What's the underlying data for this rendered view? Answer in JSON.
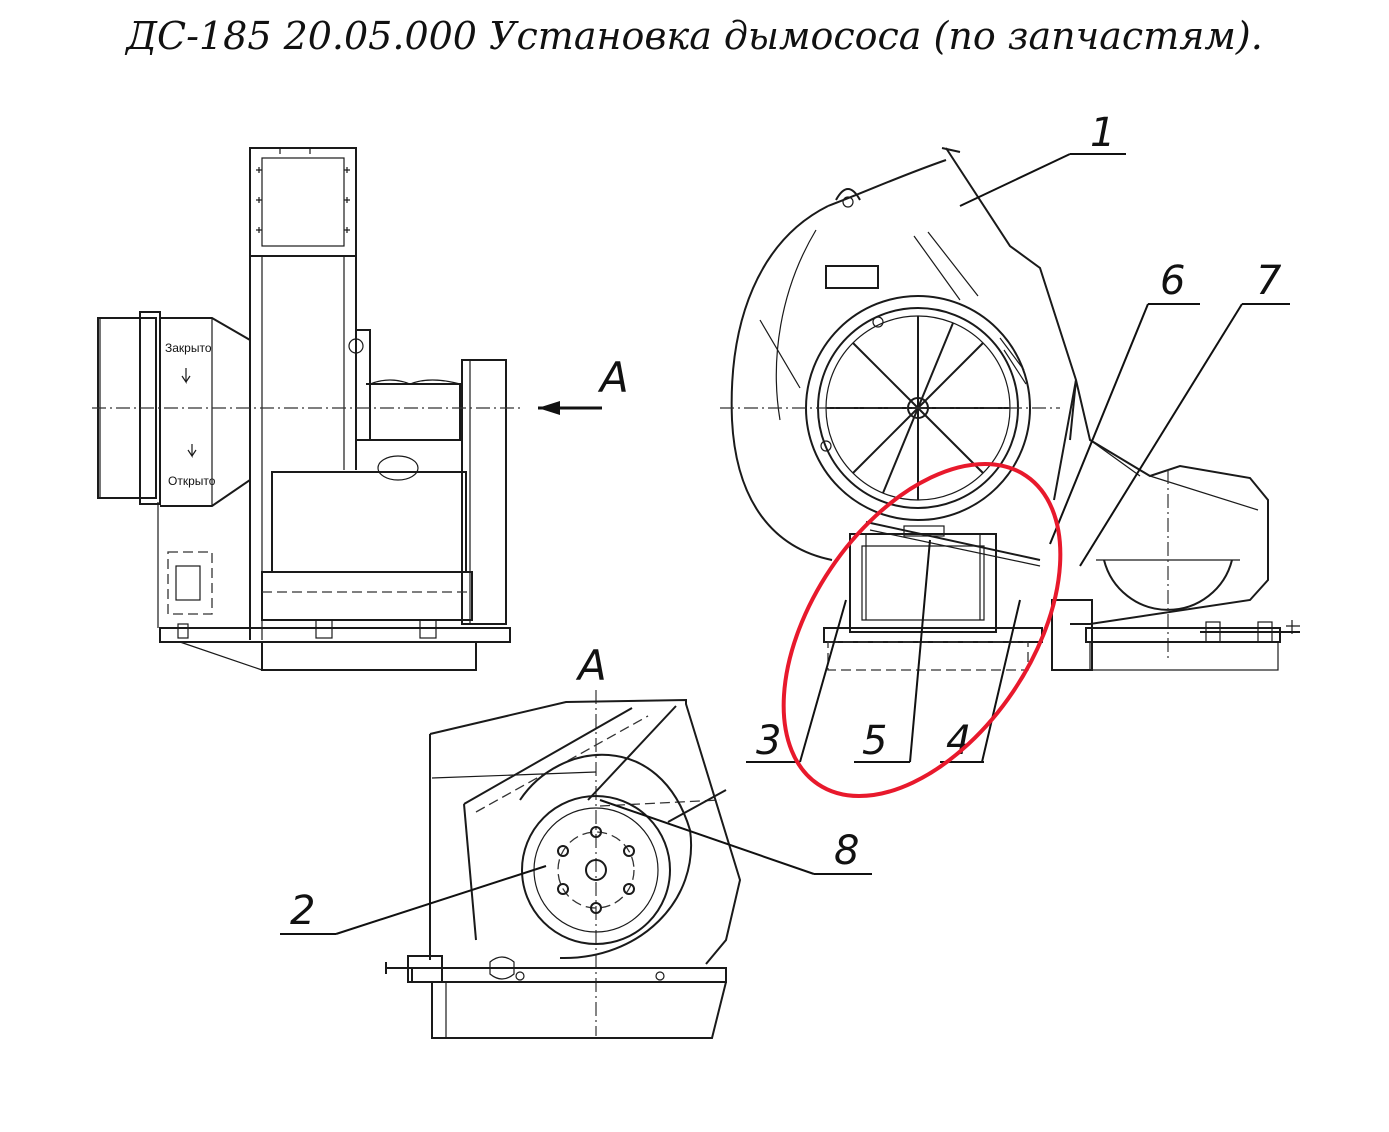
{
  "title": "ДС-185 20.05.000 Установка дымососа (по запчастям).",
  "view_label": "A",
  "labels": {
    "closed": "Закрыто",
    "open": "Открыто"
  },
  "callouts": [
    "1",
    "2",
    "3",
    "4",
    "5",
    "6",
    "7",
    "8"
  ],
  "colors": {
    "line": "#1a1a1a",
    "highlight": "#e8192c",
    "background": "#ffffff"
  }
}
